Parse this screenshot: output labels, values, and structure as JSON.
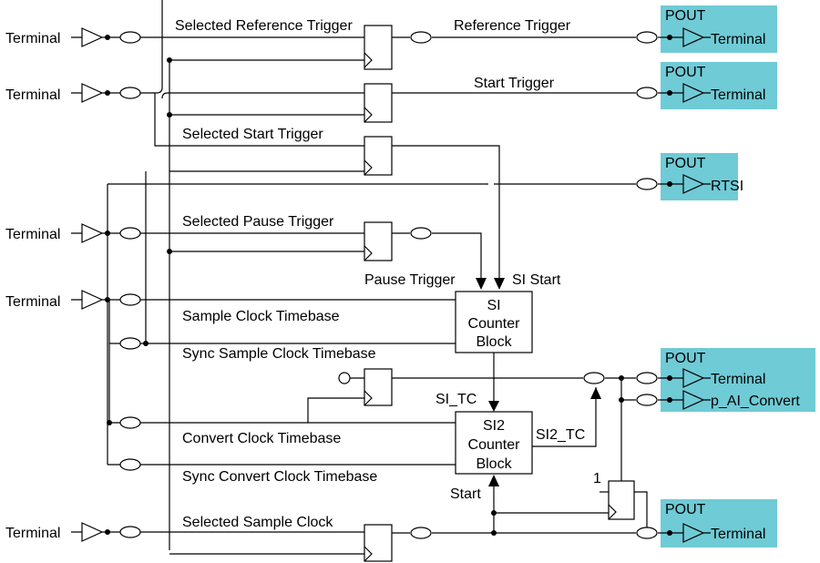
{
  "labels": {
    "terminal": "Terminal",
    "pout": "POUT",
    "selected_reference_trigger": "Selected Reference Trigger",
    "reference_trigger": "Reference Trigger",
    "start_trigger": "Start Trigger",
    "selected_start_trigger": "Selected Start Trigger",
    "rtsi": "RTSI",
    "selected_pause_trigger": "Selected Pause Trigger",
    "pause_trigger": "Pause Trigger",
    "si_start": "SI Start",
    "si_counter": [
      "SI",
      "Counter",
      "Block"
    ],
    "sample_clock_timebase": "Sample Clock Timebase",
    "sync_sample_clock_timebase": "Sync Sample Clock Timebase",
    "si_tc": "SI_TC",
    "si2_counter": [
      "SI2",
      "Counter",
      "Block"
    ],
    "si2_tc": "SI2_TC",
    "convert_clock_timebase": "Convert Clock Timebase",
    "sync_convert_clock_timebase": "Sync Convert Clock Timebase",
    "p_ai_convert": "p_AI_Convert",
    "start": "Start",
    "one": "1",
    "selected_sample_clock": "Selected Sample Clock"
  },
  "colors": {
    "pout_fill": "#6fcbd6",
    "wire": "#000000"
  }
}
